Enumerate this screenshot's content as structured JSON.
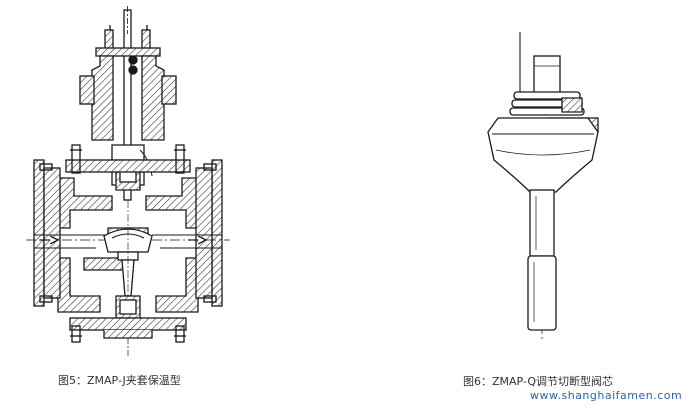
{
  "figures": [
    {
      "caption": "图5：ZMAP-J夹套保温型"
    },
    {
      "caption": "图6：ZMAP-Q调节切断型阀芯"
    }
  ],
  "watermark": "www.shanghaifamen.com",
  "colors": {
    "line": "#1a1a1a",
    "hatch": "#3a3a3a",
    "caption": "#333333",
    "watermark": "#2f63a8"
  }
}
